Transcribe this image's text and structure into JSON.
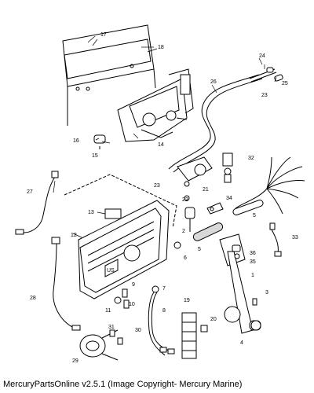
{
  "diagram": {
    "callouts": [
      "1",
      "2",
      "3",
      "4",
      "5",
      "6",
      "7",
      "8",
      "9",
      "10",
      "11",
      "12",
      "13",
      "14",
      "15",
      "16",
      "17",
      "18",
      "19",
      "20",
      "21",
      "22",
      "23",
      "24",
      "25",
      "26",
      "27",
      "28",
      "29",
      "30",
      "31",
      "32",
      "33",
      "34",
      "35",
      "36"
    ],
    "housing_label": "US"
  },
  "footer": {
    "text": "MercuryPartsOnline v2.5.1 (Image Copyright- Mercury Marine)"
  }
}
